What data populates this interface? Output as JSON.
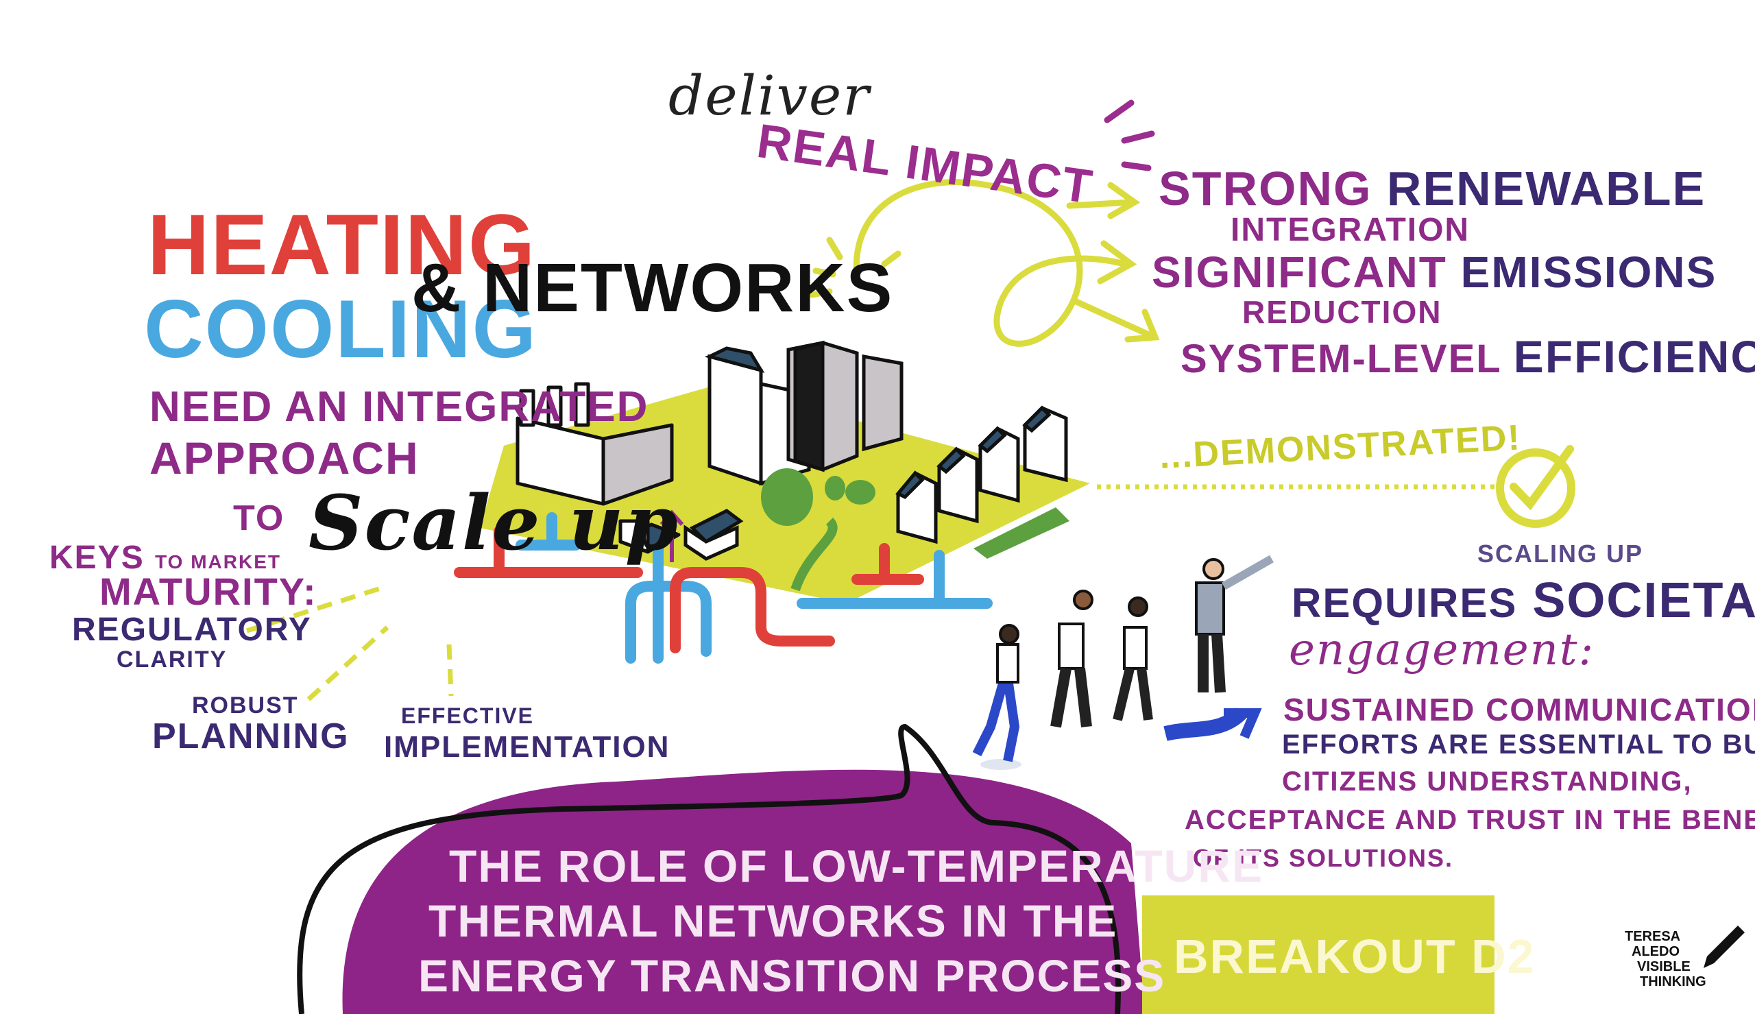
{
  "top": {
    "deliver": "deliver",
    "real_impact": "REAL IMPACT"
  },
  "title_block": {
    "heating": "HEATING",
    "cooling": "COOLING",
    "networks": "& NETWORKS",
    "line1": "NEED AN INTEGRATED",
    "line2": "APPROACH",
    "to": "TO",
    "scale_up": "Scale up"
  },
  "keys": {
    "heading_big": "KEYS",
    "heading_small": "TO MARKET",
    "maturity": "MATURITY:",
    "regulatory": "REGULATORY",
    "clarity": "CLARITY",
    "robust": "ROBUST",
    "planning": "PLANNING",
    "effective": "EFFECTIVE",
    "implementation": "IMPLEMENTATION"
  },
  "impacts": {
    "strong": "STRONG",
    "renewable": "RENEWABLE",
    "integration": "INTEGRATION",
    "significant": "SIGNIFICANT",
    "emissions": "EMISSIONS",
    "reduction": "REDUCTION",
    "system_level": "SYSTEM-LEVEL",
    "efficiency": "EFFICIENCY",
    "demonstrated": "...DEMONSTRATED!"
  },
  "societal": {
    "scaling_up": "SCALING UP",
    "requires": "REQUIRES",
    "societal": "SOCIETAL",
    "engagement": "engagement:",
    "lines": [
      "SUSTAINED COMMUNICATION",
      "EFFORTS ARE ESSENTIAL TO BUILD",
      "CITIZENS UNDERSTANDING,",
      "ACCEPTANCE AND TRUST IN THE BENEFITS",
      "OF ITS SOLUTIONS."
    ]
  },
  "banner": {
    "lines": [
      "THE ROLE OF LOW-TEMPERATURE",
      "THERMAL NETWORKS IN THE",
      "ENERGY TRANSITION PROCESS"
    ],
    "breakout": "BREAKOUT D2"
  },
  "signature": {
    "lines": [
      "TERESA",
      "ALEDO",
      "VISIBLE",
      "THINKING"
    ]
  },
  "colors": {
    "red": "#e0403a",
    "blue": "#4aa8e0",
    "purple": "#8e2a88",
    "navy": "#3b2a72",
    "yellow": "#d9dc3c"
  }
}
